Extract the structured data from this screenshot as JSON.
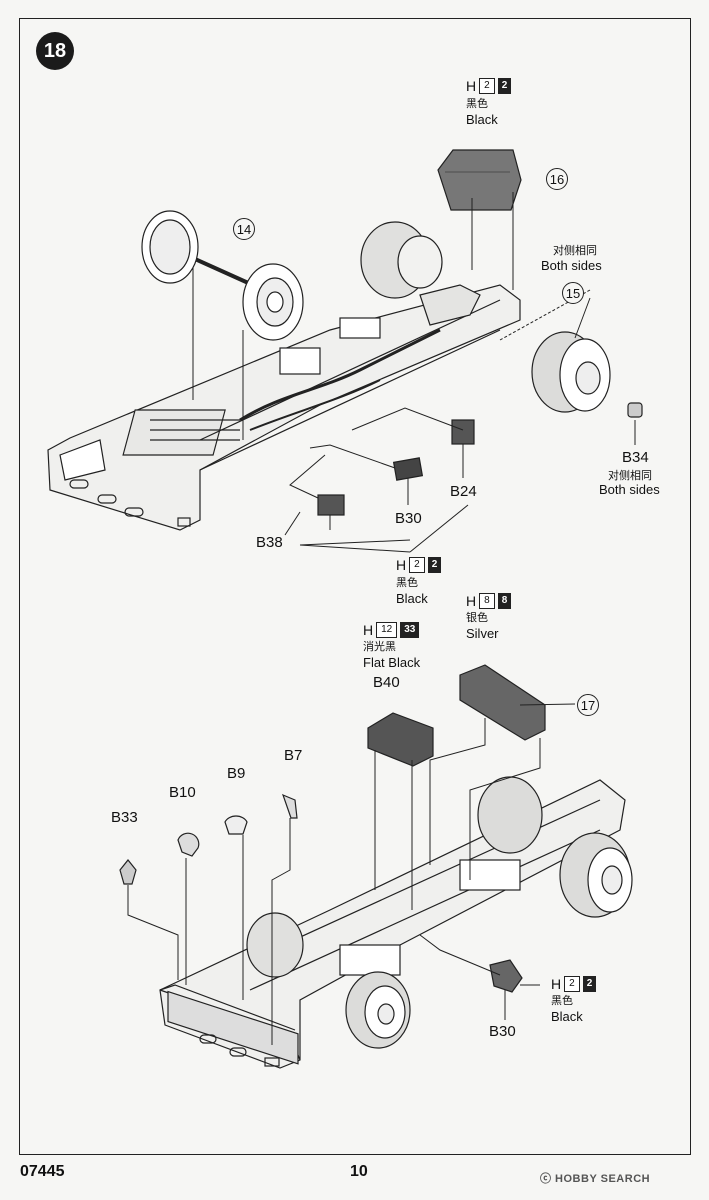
{
  "step": "18",
  "footer": {
    "code": "07445",
    "page": "10",
    "watermark": "ⓒ HOBBY SEARCH"
  },
  "callouts": {
    "c14": "14",
    "c15": "15",
    "c16": "16",
    "c17": "17"
  },
  "parts": {
    "b34": "B34",
    "b24": "B24",
    "b30a": "B30",
    "b38": "B38",
    "b40": "B40",
    "b10": "B10",
    "b9": "B9",
    "b7": "B7",
    "b33": "B33",
    "b30b": "B30"
  },
  "notes": {
    "both_cn_1": "对侧相同",
    "both_en_1": "Both sides",
    "both_cn_2": "对侧相同",
    "both_en_2": "Both sides"
  },
  "paints": {
    "p1": {
      "h": "H",
      "n": "2",
      "c": "2",
      "cn": "黑色",
      "en": "Black"
    },
    "p2": {
      "h": "H",
      "n": "2",
      "c": "2",
      "cn": "黑色",
      "en": "Black"
    },
    "p3": {
      "h": "H",
      "n": "8",
      "c": "8",
      "cn": "银色",
      "en": "Silver"
    },
    "p4": {
      "h": "H",
      "n": "12",
      "c": "33",
      "cn": "消光黑",
      "en": "Flat Black"
    },
    "p5": {
      "h": "H",
      "n": "2",
      "c": "2",
      "cn": "黑色",
      "en": "Black"
    }
  }
}
